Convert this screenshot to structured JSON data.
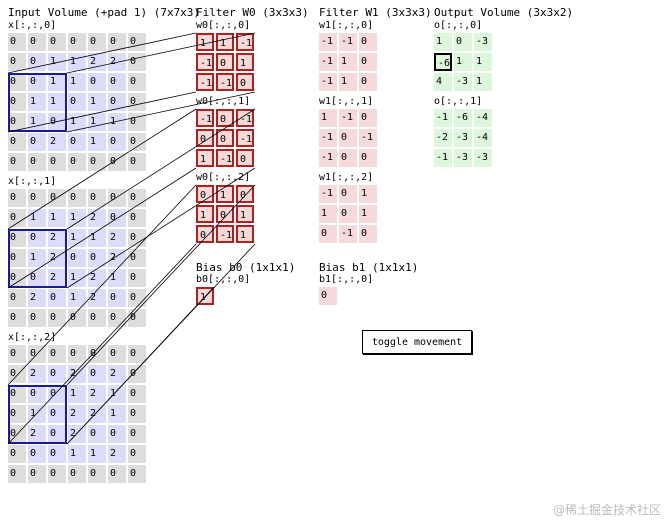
{
  "titles": {
    "input": "Input Volume (+pad 1) (7x7x3)",
    "filter0": "Filter W0 (3x3x3)",
    "filter1": "Filter W1 (3x3x3)",
    "output": "Output Volume (3x3x2)",
    "bias0": "Bias b0 (1x1x1)",
    "bias1": "Bias b1 (1x1x1)"
  },
  "input": [
    {
      "label": "x[:,:,0]",
      "rows": [
        [
          0,
          0,
          0,
          0,
          0,
          0,
          0
        ],
        [
          0,
          0,
          1,
          1,
          2,
          2,
          0
        ],
        [
          0,
          0,
          1,
          1,
          0,
          0,
          0
        ],
        [
          0,
          1,
          1,
          0,
          1,
          0,
          0
        ],
        [
          0,
          1,
          0,
          1,
          1,
          1,
          0
        ],
        [
          0,
          0,
          2,
          0,
          1,
          0,
          0
        ],
        [
          0,
          0,
          0,
          0,
          0,
          0,
          0
        ]
      ]
    },
    {
      "label": "x[:,:,1]",
      "rows": [
        [
          0,
          0,
          0,
          0,
          0,
          0,
          0
        ],
        [
          0,
          1,
          1,
          1,
          2,
          0,
          0
        ],
        [
          0,
          0,
          2,
          1,
          1,
          2,
          0
        ],
        [
          0,
          1,
          2,
          0,
          0,
          2,
          0
        ],
        [
          0,
          0,
          2,
          1,
          2,
          1,
          0
        ],
        [
          0,
          2,
          0,
          1,
          2,
          0,
          0
        ],
        [
          0,
          0,
          0,
          0,
          0,
          0,
          0
        ]
      ]
    },
    {
      "label": "x[:,:,2]",
      "rows": [
        [
          0,
          0,
          0,
          0,
          0,
          0,
          0
        ],
        [
          0,
          2,
          0,
          2,
          0,
          2,
          0
        ],
        [
          0,
          0,
          0,
          1,
          2,
          1,
          0
        ],
        [
          0,
          1,
          0,
          2,
          2,
          1,
          0
        ],
        [
          0,
          2,
          0,
          2,
          0,
          0,
          0
        ],
        [
          0,
          0,
          0,
          1,
          1,
          2,
          0
        ],
        [
          0,
          0,
          0,
          0,
          0,
          0,
          0
        ]
      ]
    }
  ],
  "w0": [
    {
      "label": "w0[:,:,0]",
      "rows": [
        [
          1,
          1,
          -1
        ],
        [
          -1,
          0,
          1
        ],
        [
          -1,
          -1,
          0
        ]
      ]
    },
    {
      "label": "w0[:,:,1]",
      "rows": [
        [
          -1,
          0,
          -1
        ],
        [
          0,
          0,
          -1
        ],
        [
          1,
          -1,
          0
        ]
      ]
    },
    {
      "label": "w0[:,:,2]",
      "rows": [
        [
          0,
          1,
          0
        ],
        [
          1,
          0,
          1
        ],
        [
          0,
          -1,
          1
        ]
      ]
    }
  ],
  "w1": [
    {
      "label": "w1[:,:,0]",
      "rows": [
        [
          -1,
          -1,
          0
        ],
        [
          -1,
          1,
          0
        ],
        [
          -1,
          1,
          0
        ]
      ]
    },
    {
      "label": "w1[:,:,1]",
      "rows": [
        [
          1,
          -1,
          0
        ],
        [
          -1,
          0,
          -1
        ],
        [
          -1,
          0,
          0
        ]
      ]
    },
    {
      "label": "w1[:,:,2]",
      "rows": [
        [
          -1,
          0,
          1
        ],
        [
          1,
          0,
          1
        ],
        [
          0,
          -1,
          0
        ]
      ]
    }
  ],
  "output": [
    {
      "label": "o[:,:,0]",
      "rows": [
        [
          1,
          0,
          -3
        ],
        [
          -6,
          1,
          1
        ],
        [
          4,
          -3,
          1
        ]
      ]
    },
    {
      "label": "o[:,:,1]",
      "rows": [
        [
          -1,
          -6,
          -4
        ],
        [
          -2,
          -3,
          -4
        ],
        [
          -1,
          -3,
          -3
        ]
      ]
    }
  ],
  "bias0": {
    "label": "b0[:,:,0]",
    "value": 1
  },
  "bias1": {
    "label": "b1[:,:,0]",
    "value": 0
  },
  "highlight": {
    "input_row": 2,
    "input_col": 0,
    "output_slice": 0,
    "output_row": 1,
    "output_col": 0
  },
  "toggle_label": "toggle movement",
  "watermark": "@稀土掘金技术社区",
  "colors": {
    "pad": "#dddddd",
    "inner": "#dcdcfa",
    "weight": "#f6d9d9",
    "output": "#dcf7dc",
    "highlight_input": "#1a1a9a",
    "highlight_weight": "#b02020",
    "lines": "#000000"
  }
}
